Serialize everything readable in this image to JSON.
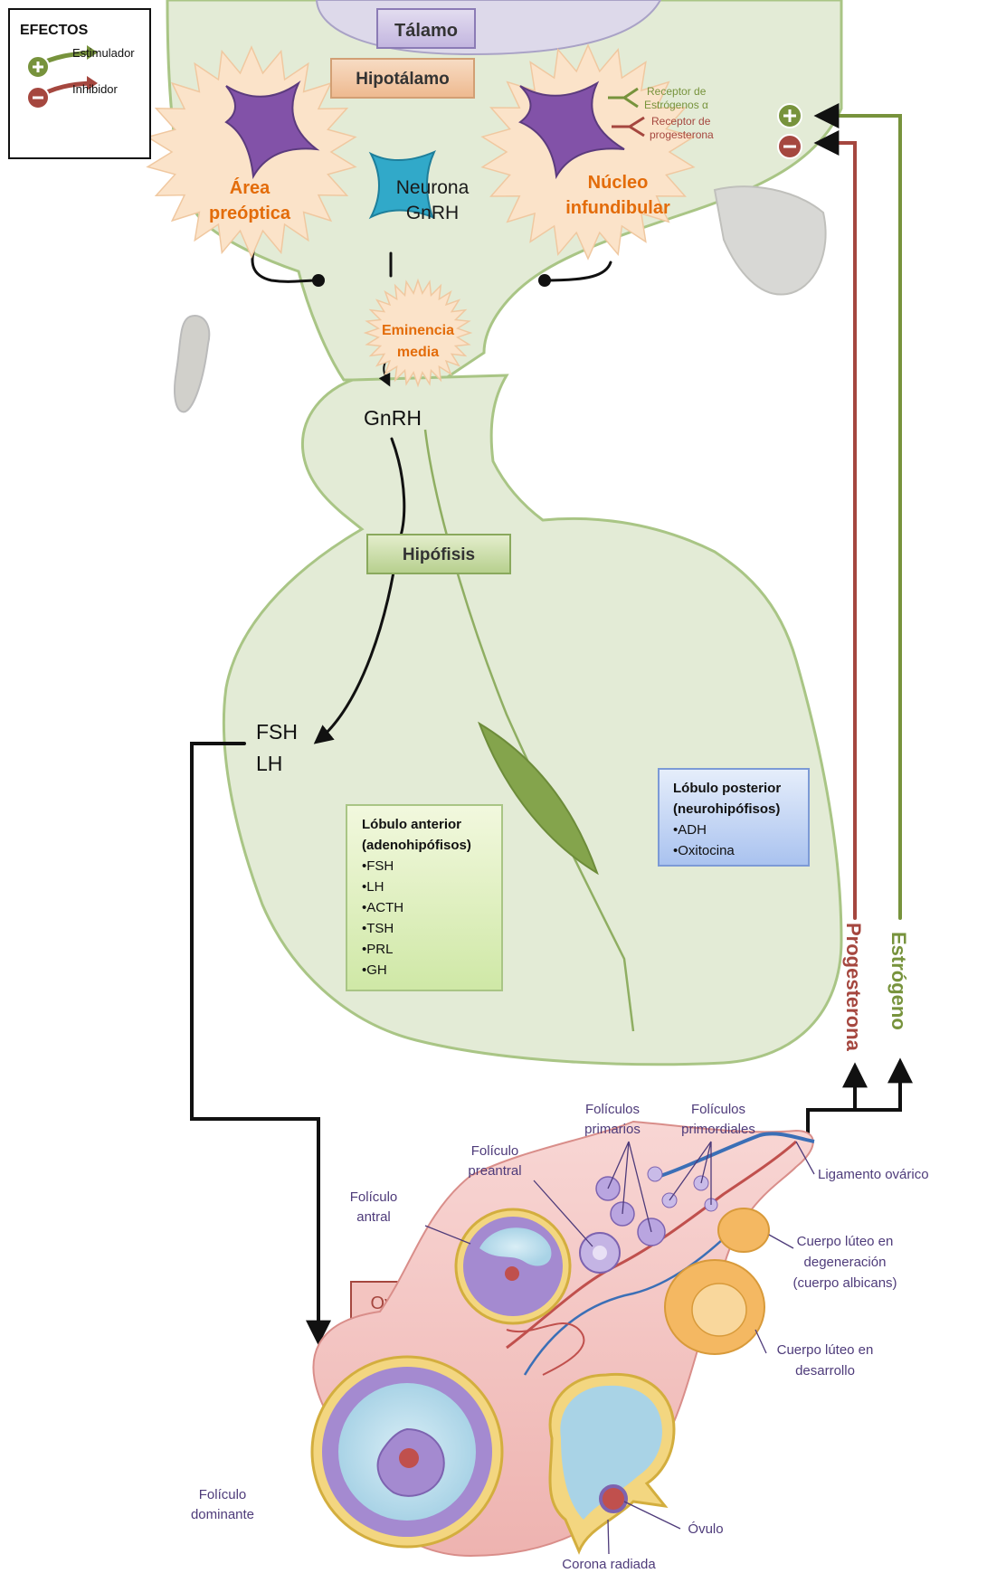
{
  "legend": {
    "title": "EFECTOS",
    "stimulator": "Estimulador",
    "inhibitor": "Inhibidor"
  },
  "brain": {
    "thalamus": "Tálamo",
    "hypothalamus": "Hipotálamo",
    "preoptic_line1": "Área",
    "preoptic_line2": "preóptica",
    "gnrh_neuron_line1": "Neurona",
    "gnrh_neuron_line2": "GnRH",
    "infundibular_line1": "Núcleo",
    "infundibular_line2": "infundibular",
    "estrogen_receptor_line1": "Receptor de",
    "estrogen_receptor_line2": "Estrógenos α",
    "progesterone_receptor_line1": "Receptor de",
    "progesterone_receptor_line2": "progesterona",
    "median_eminence_line1": "Eminencia",
    "median_eminence_line2": "media"
  },
  "hormones": {
    "gnrh": "GnRH",
    "fsh": "FSH",
    "lh": "LH",
    "progesterone": "Progesterona",
    "estrogen": "Estrógeno"
  },
  "pituitary": {
    "title": "Hipófisis",
    "anterior_line1": "Lóbulo anterior",
    "anterior_line2": "(adenohipófisos)",
    "anterior_items": [
      "•FSH",
      "•LH",
      "•ACTH",
      "•TSH",
      "•PRL",
      "•GH"
    ],
    "posterior_line1": "Lóbulo posterior",
    "posterior_line2": "(neurohipófisos)",
    "posterior_items": [
      "•ADH",
      "•Oxitocina"
    ]
  },
  "ovary": {
    "title": "Ovario",
    "primary_line1": "Folículos",
    "primary_line2": "primarios",
    "primordial_line1": "Folículos",
    "primordial_line2": "primordiales",
    "preantral_line1": "Folículo",
    "preantral_line2": "preantral",
    "antral_line1": "Folículo",
    "antral_line2": "antral",
    "ligament": "Ligamento ovárico",
    "albicans_line1": "Cuerpo lúteo en",
    "albicans_line2": "degeneración",
    "albicans_line3": "(cuerpo albicans)",
    "developing_line1": "Cuerpo lúteo en",
    "developing_line2": "desarrollo",
    "dominant_line1": "Folículo",
    "dominant_line2": "dominante",
    "ovum": "Óvulo",
    "corona": "Corona radiada"
  },
  "colors": {
    "tissue_fill": "#e3ebd6",
    "tissue_stroke": "#a9c585",
    "stimulator": "#77933c",
    "inhibitor": "#a5473f",
    "burst_fill": "#fbe3c9",
    "neuron_purple": "#8252a8",
    "neuron_cyan": "#31a9c9",
    "label_orange": "#e36c0a",
    "follicle_purple": "#a48ad0",
    "ovary_pink": "#f2c0c0",
    "corpus_orange": "#f4b862",
    "text_purple": "#4e3b7a"
  }
}
